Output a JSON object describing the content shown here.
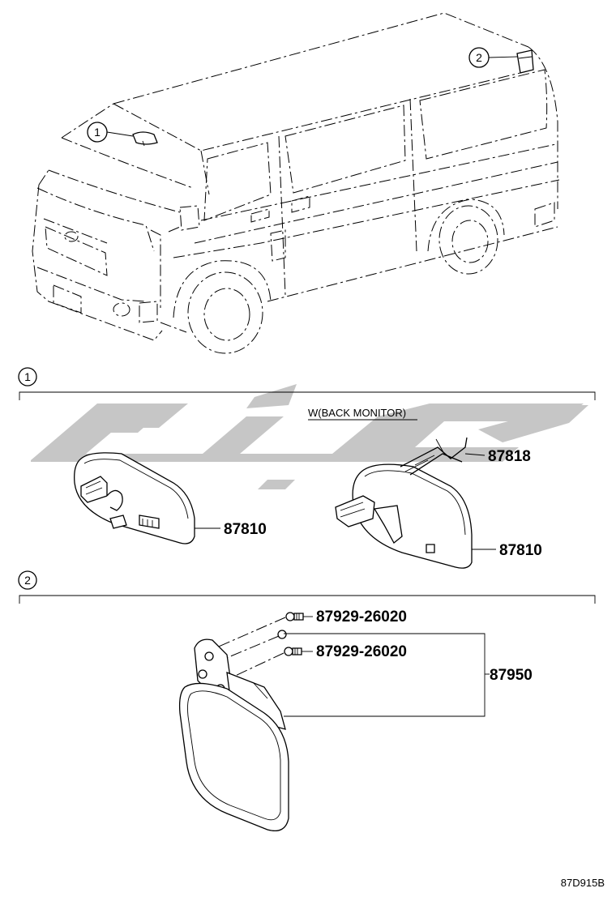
{
  "callouts": [
    "1",
    "2"
  ],
  "sections": [
    {
      "number": "1"
    },
    {
      "number": "2"
    }
  ],
  "variant_label": "W(BACK MONITOR)",
  "parts": {
    "inner_mirror_std": "87810",
    "inner_mirror_monitor": "87810",
    "monitor_harness": "87818",
    "screw_upper": "87929-26020",
    "screw_lower": "87929-26020",
    "outer_mirror_assy": "87950"
  },
  "reference_code": "87D915B"
}
